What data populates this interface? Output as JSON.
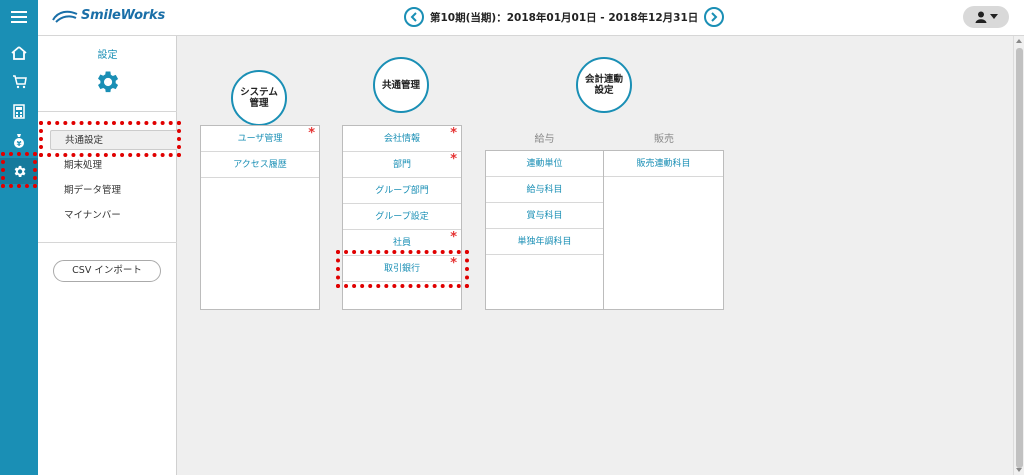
{
  "app": {
    "logo_text": "SmileWorks"
  },
  "header": {
    "period": "第10期(当期)：2018年01月01日 - 2018年12月31日"
  },
  "rail": {
    "items": [
      "menu-icon",
      "home-icon",
      "cart-icon",
      "calculator-icon",
      "money-bag-icon",
      "gear-icon"
    ]
  },
  "sidebar": {
    "title": "設定",
    "items": [
      {
        "label": "共通設定",
        "active": true
      },
      {
        "label": "期末処理"
      },
      {
        "label": "期データ管理"
      },
      {
        "label": "マイナンバー"
      }
    ],
    "csv_button": "CSV インポート"
  },
  "sections": {
    "system": {
      "title_lines": [
        "システム",
        "管理"
      ],
      "rows": [
        {
          "label": "ユーザ管理",
          "required": "*"
        },
        {
          "label": "アクセス履歴"
        }
      ]
    },
    "common": {
      "title": "共通管理",
      "rows": [
        {
          "label": "会社情報",
          "required": "*"
        },
        {
          "label": "部門",
          "required": "*"
        },
        {
          "label": "グループ部門"
        },
        {
          "label": "グループ設定"
        },
        {
          "label": "社員",
          "required": "*"
        },
        {
          "label": "取引銀行",
          "required": "*"
        }
      ]
    },
    "accounting": {
      "title_lines": [
        "会計連動",
        "設定"
      ],
      "salary": {
        "header": "給与",
        "rows": [
          "連動単位",
          "給与科目",
          "賞与科目",
          "単独年調科目"
        ]
      },
      "sales": {
        "header": "販売",
        "rows": [
          "販売連動科目"
        ]
      }
    }
  },
  "colors": {
    "accent": "#1a8fb5",
    "required": "#e53333",
    "highlight": "#e00000"
  }
}
